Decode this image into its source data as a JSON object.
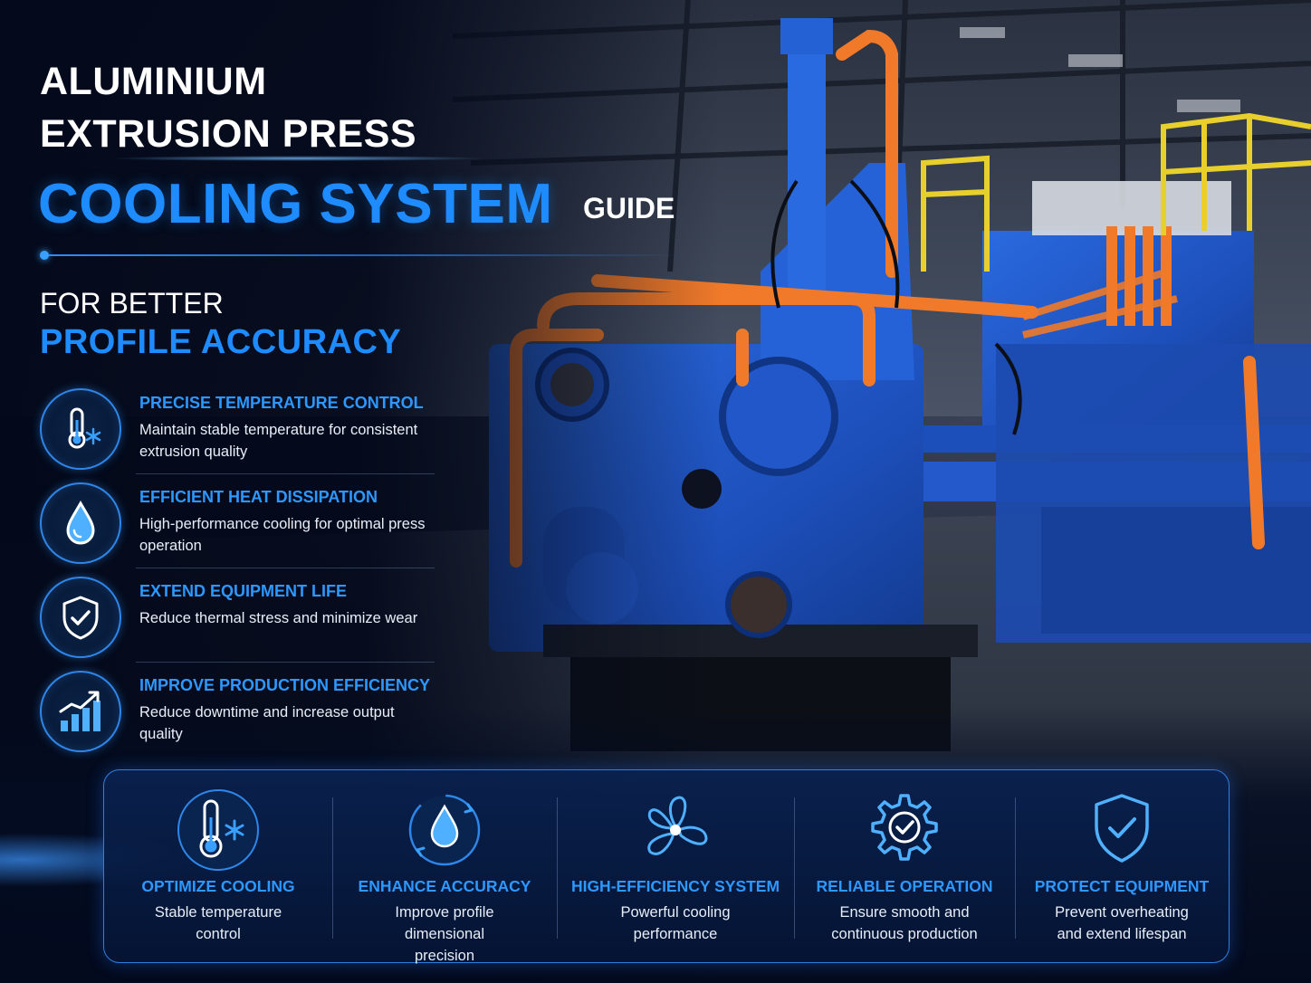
{
  "header": {
    "line1": "ALUMINIUM",
    "line2": "EXTRUSION PRESS",
    "line3": "COOLING SYSTEM",
    "line3_suffix": "GUIDE",
    "subtitle_line1": "FOR BETTER",
    "subtitle_line2": "PROFILE ACCURACY"
  },
  "features": [
    {
      "icon": "thermometer-snowflake-icon",
      "title": "PRECISE TEMPERATURE CONTROL",
      "desc": "Maintain stable temperature for consistent extrusion quality"
    },
    {
      "icon": "water-drop-icon",
      "title": "EFFICIENT HEAT DISSIPATION",
      "desc": "High-performance cooling for optimal press operation"
    },
    {
      "icon": "shield-check-icon",
      "title": "EXTEND EQUIPMENT LIFE",
      "desc": "Reduce thermal stress and minimize wear"
    },
    {
      "icon": "growth-chart-icon",
      "title": "IMPROVE PRODUCTION EFFICIENCY",
      "desc": "Reduce downtime and increase output quality"
    }
  ],
  "benefits": [
    {
      "icon": "thermometer-snowflake-icon",
      "title": "OPTIMIZE COOLING",
      "desc": "Stable temperature control"
    },
    {
      "icon": "water-drop-cycle-icon",
      "title": "ENHANCE ACCURACY",
      "desc": "Improve profile dimensional precision"
    },
    {
      "icon": "fan-icon",
      "title": "HIGH-EFFICIENCY SYSTEM",
      "desc": "Powerful cooling performance"
    },
    {
      "icon": "gear-check-icon",
      "title": "RELIABLE OPERATION",
      "desc": "Ensure smooth and continuous production"
    },
    {
      "icon": "shield-check-icon",
      "title": "PROTECT EQUIPMENT",
      "desc": "Prevent overheating and extend lifespan"
    }
  ],
  "colors": {
    "accent_blue": "#1e8cff",
    "machine_blue": "#1f55c8",
    "pipe_orange": "#f07a2a",
    "rail_yellow": "#e8cf2c",
    "background": "#040b1c"
  }
}
